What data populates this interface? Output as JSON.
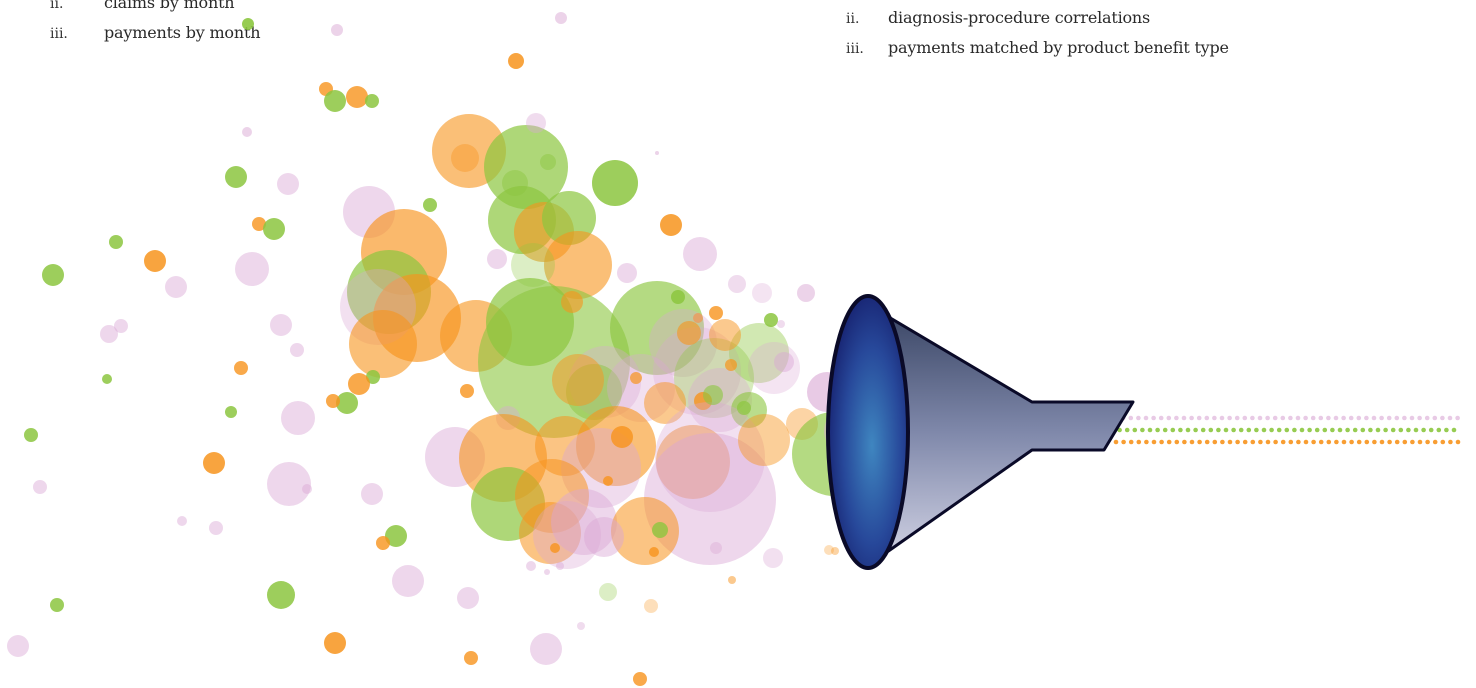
{
  "left_list": {
    "items": [
      {
        "numeral": "ii.",
        "text": "claims by month"
      },
      {
        "numeral": "iii.",
        "text": "payments by month"
      }
    ]
  },
  "right_list": {
    "items": [
      {
        "numeral": "ii.",
        "text": "diagnosis-procedure correlations"
      },
      {
        "numeral": "iii.",
        "text": "payments matched by product benefit type"
      }
    ]
  },
  "colors": {
    "green": "#8cc63f",
    "orange": "#f7941d",
    "pink": "#d9a7d4",
    "funnel_mouth_dark": "#1b2a7a",
    "funnel_mouth_light": "#3a7ab8",
    "funnel_body_dark": "#3a4a6e",
    "funnel_body_light": "#c6c8dc",
    "outline": "#0a0a28"
  },
  "illustration": {
    "subject": "funnel-icon",
    "bubble_colors": [
      "green",
      "orange",
      "pink"
    ],
    "output_dot_rows": [
      "pink",
      "green",
      "orange"
    ]
  }
}
